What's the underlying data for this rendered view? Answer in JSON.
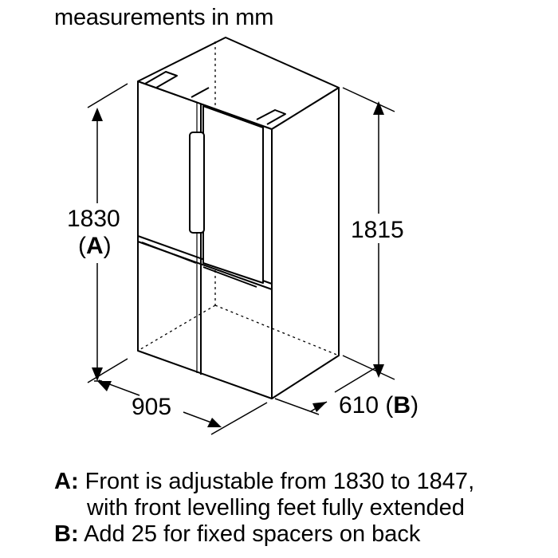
{
  "title": "measurements in mm",
  "dimensions": {
    "height_front": "1830",
    "height_front_ref_open": "(",
    "height_front_ref_key": "A",
    "height_front_ref_close": ")",
    "height_back": "1815",
    "width": "905",
    "depth": "610",
    "depth_ref_open": "(",
    "depth_ref_key": "B",
    "depth_ref_close": ")"
  },
  "notes": {
    "a_key": "A:",
    "a_text_line1": " Front is adjustable from 1830 to 1847,",
    "a_text_line2": "with front levelling feet fully extended",
    "b_key": "B:",
    "b_text": " Add 25 for fixed spacers on back"
  }
}
